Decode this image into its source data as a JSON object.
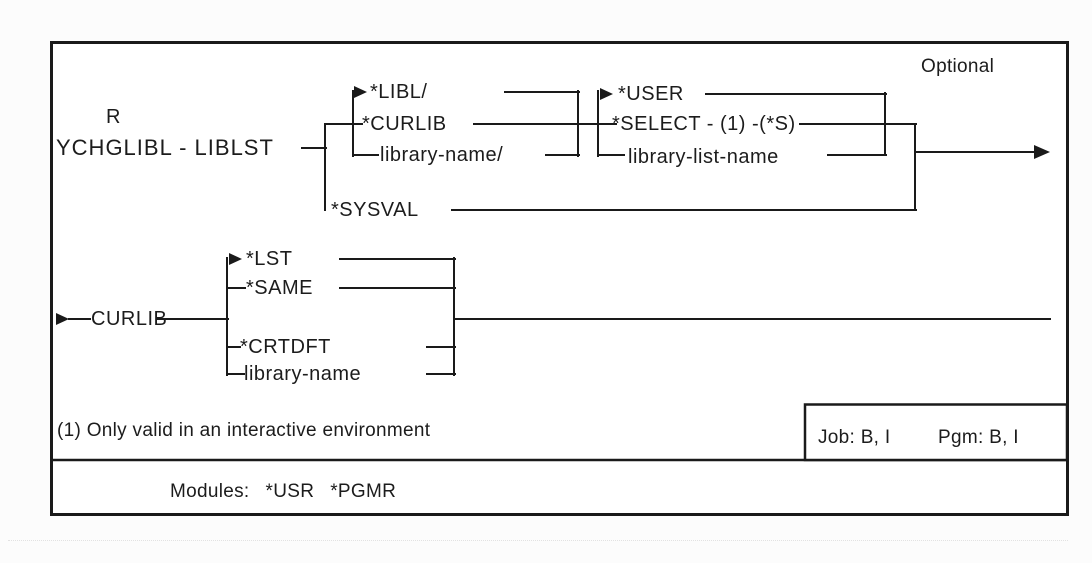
{
  "colors": {
    "ink": "#1a1a1a",
    "background": "#fcfcfc",
    "box_fill": "#ffffff"
  },
  "header": {
    "r_marker": "R",
    "command": "YCHGLIBL - LIBLST",
    "optional_label": "Optional"
  },
  "liblst": {
    "qualifier_options": [
      "*LIBL/",
      "*CURLIB",
      "library-name/"
    ],
    "sysval_option": "*SYSVAL",
    "list_options": [
      "*USER",
      "*SELECT - (1) -(*S)",
      "library-list-name"
    ]
  },
  "curlib": {
    "param": "CURLIB",
    "options": [
      "*LST",
      "*SAME",
      "*CRTDFT",
      "library-name"
    ]
  },
  "footer": {
    "footnote": "(1) Only valid in an interactive environment",
    "job": "Job: B, I",
    "pgm": "Pgm: B, I",
    "modules_label": "Modules:",
    "modules": [
      "*USR",
      "*PGMR"
    ]
  }
}
